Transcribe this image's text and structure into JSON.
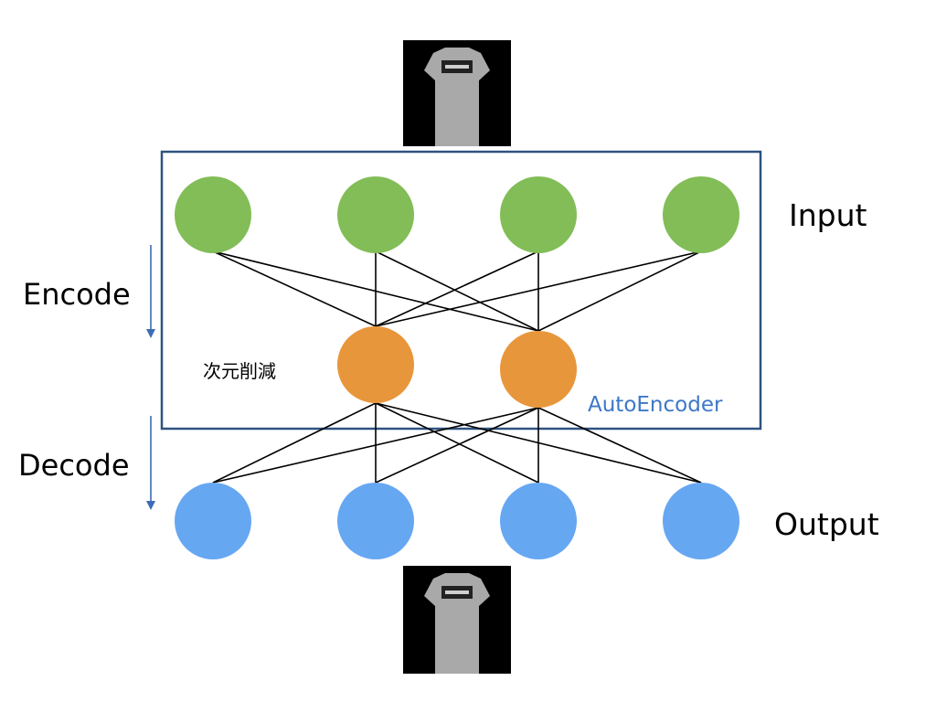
{
  "labels": {
    "input": "Input",
    "output": "Output",
    "encode": "Encode",
    "decode": "Decode",
    "reduction": "次元削減",
    "box": "AutoEncoder"
  },
  "colors": {
    "input_node": "#82bd57",
    "hidden_node": "#e8963b",
    "output_node": "#66a7f2",
    "box_border": "#2e5280",
    "box_label": "#3d78c7",
    "arrow": "#3d6cb5",
    "edge": "#000000",
    "image_bg": "#000000",
    "shirt": "#a9a9a9"
  },
  "images": {
    "top": "shirt-image",
    "bottom": "shirt-image"
  }
}
